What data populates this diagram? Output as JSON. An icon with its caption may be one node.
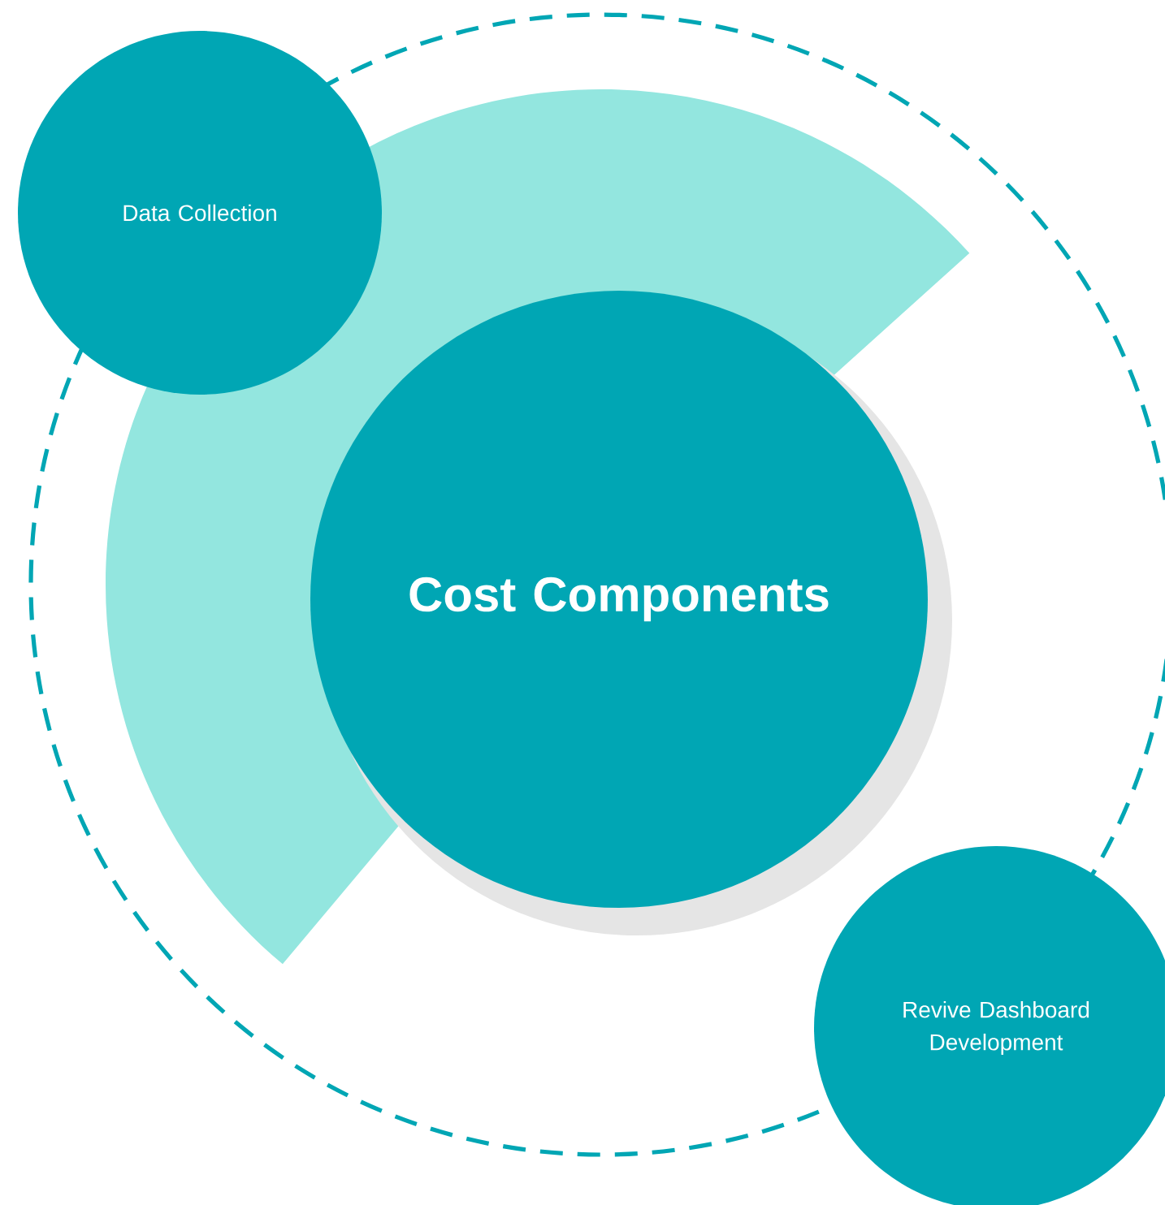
{
  "diagram": {
    "nodes": [
      {
        "text": [
          "Data Collection"
        ]
      },
      {
        "text": [
          "Cost Components"
        ]
      },
      {
        "text": [
          "Revive Dashboard Development"
        ]
      }
    ]
  }
}
